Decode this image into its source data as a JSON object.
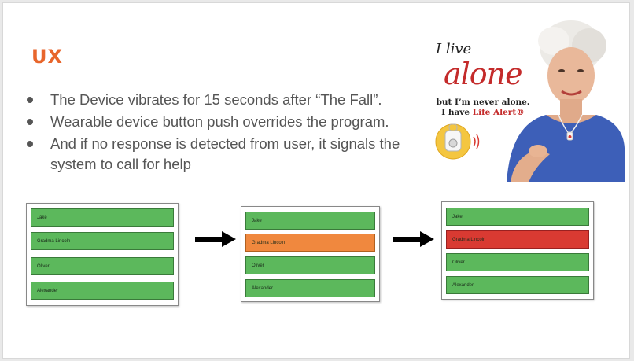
{
  "slide": {
    "title": "UX",
    "bullets": [
      "The Device vibrates for 15 seconds after “The Fall”.",
      "Wearable device button push overrides the program.",
      "And if no response is detected from user, it signals the system to call for help"
    ]
  },
  "ad": {
    "line1": "I live",
    "line2": "alone",
    "line3": "but I’m never alone.",
    "line4_prefix": "I have ",
    "brand": "Life Alert",
    "trademark": "®"
  },
  "panels": [
    {
      "rows": [
        {
          "name": "Jake",
          "status": "green"
        },
        {
          "name": "Gradma Lincoln",
          "status": "green"
        },
        {
          "name": "Oliver",
          "status": "green"
        },
        {
          "name": "Alexander",
          "status": "green"
        }
      ]
    },
    {
      "rows": [
        {
          "name": "Jake",
          "status": "green"
        },
        {
          "name": "Gradma Lincoln",
          "status": "orange"
        },
        {
          "name": "Oliver",
          "status": "green"
        },
        {
          "name": "Alexander",
          "status": "green"
        }
      ]
    },
    {
      "rows": [
        {
          "name": "Jake",
          "status": "green"
        },
        {
          "name": "Gradma Lincoln",
          "status": "red"
        },
        {
          "name": "Oliver",
          "status": "green"
        },
        {
          "name": "Alexander",
          "status": "green"
        }
      ]
    }
  ],
  "colors": {
    "title": "#e8662c",
    "green": "#5cb85c",
    "orange": "#f0883e",
    "red": "#d93a32",
    "accent_red": "#c42b2b"
  },
  "icons": [
    "arrow-right-icon",
    "pendant-button-icon",
    "vibration-icon"
  ]
}
